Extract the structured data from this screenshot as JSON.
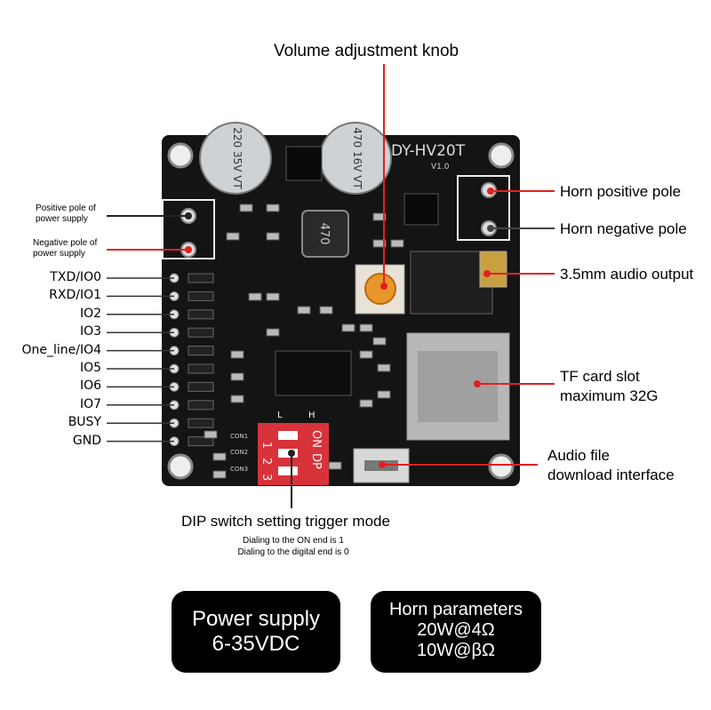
{
  "title": "Volume adjustment knob",
  "board_text": {
    "model": "DY-HV20T",
    "version": "V1.0",
    "cap_left": "220 35V VT",
    "cap_right": "470 16V VT",
    "inductor": "470",
    "dip_l": "L",
    "dip_h": "H",
    "con1": "CON1",
    "con2": "CON2",
    "con3": "CON3",
    "dip_on": "ON",
    "dip_dp": "DP",
    "dip_nums": [
      "1",
      "2",
      "3"
    ]
  },
  "left_labels": {
    "positive_pole": [
      "Positive pole of",
      "power supply"
    ],
    "negative_pole": [
      "Negative pole of",
      "power supply"
    ]
  },
  "pins": [
    "TXD/IO0",
    "RXD/IO1",
    "IO2",
    "IO3",
    "One_line/IO4",
    "IO5",
    "IO6",
    "IO7",
    "BUSY",
    "GND"
  ],
  "right_labels": {
    "horn_positive": "Horn positive pole",
    "horn_negative": "Horn negative pole",
    "audio_out": "3.5mm audio output",
    "tf_card": [
      "TF card slot",
      "maximum 32G"
    ],
    "usb": [
      "Audio file",
      "download interface"
    ]
  },
  "dip": {
    "title": "DIP switch setting trigger mode",
    "lines": [
      "Dialing to the ON end is 1",
      "Dialing to the digital end is 0"
    ]
  },
  "boxes": {
    "power": [
      "Power supply",
      "6-35VDC"
    ],
    "horn": [
      "Horn parameters",
      "20W@4Ω",
      "10W@βΩ"
    ]
  },
  "colors": {
    "board": "#141414",
    "pointer": "#e02020",
    "dip_switch": "#d8323a",
    "knob": "#e8952a"
  }
}
